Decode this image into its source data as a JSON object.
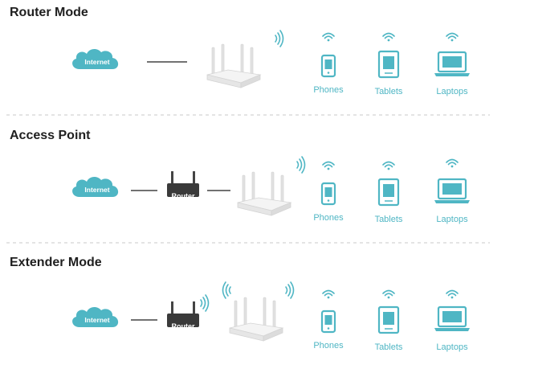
{
  "sections": [
    {
      "title": "Router Mode",
      "internet_label": "Internet",
      "devices": [
        "Phones",
        "Tablets",
        "Laptops"
      ]
    },
    {
      "title": "Access Point",
      "internet_label": "Internet",
      "router_label": "Router",
      "devices": [
        "Phones",
        "Tablets",
        "Laptops"
      ]
    },
    {
      "title": "Extender Mode",
      "internet_label": "Internet",
      "router_label": "Router",
      "devices": [
        "Phones",
        "Tablets",
        "Laptops"
      ]
    }
  ],
  "colors": {
    "accent": "#4fb6c4",
    "dark": "#333333",
    "title": "#1f1f1f",
    "separator": "#c9c9c9"
  },
  "icons": [
    "cloud-icon",
    "router-icon",
    "wireless-router-icon",
    "wifi-icon",
    "phone-icon",
    "tablet-icon",
    "laptop-icon"
  ]
}
